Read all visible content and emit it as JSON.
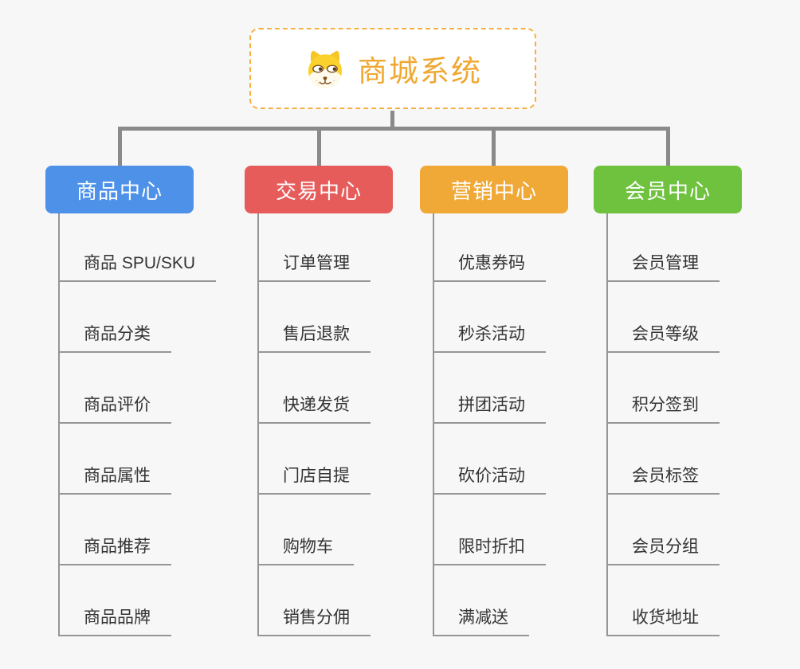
{
  "app": {
    "background_color": "#F7F7F7",
    "connector_color": "#8A8A8A",
    "subline_color": "#969696",
    "subtopic_text_color": "#333333"
  },
  "root": {
    "label": "商城系统",
    "icon": "dog-face-icon",
    "text_color": "#F0A832",
    "border_color": "#F6B042"
  },
  "branches": [
    {
      "label": "商品中心",
      "color": "#4D92E8",
      "children": [
        "商品 SPU/SKU",
        "商品分类",
        "商品评价",
        "商品属性",
        "商品推荐",
        "商品品牌"
      ]
    },
    {
      "label": "交易中心",
      "color": "#E65C5B",
      "children": [
        "订单管理",
        "售后退款",
        "快递发货",
        "门店自提",
        "购物车",
        "销售分佣"
      ]
    },
    {
      "label": "营销中心",
      "color": "#F0A937",
      "children": [
        "优惠券码",
        "秒杀活动",
        "拼团活动",
        "砍价活动",
        "限时折扣",
        "满减送"
      ]
    },
    {
      "label": "会员中心",
      "color": "#6EC23E",
      "children": [
        "会员管理",
        "会员等级",
        "积分签到",
        "会员标签",
        "会员分组",
        "收货地址"
      ]
    }
  ]
}
